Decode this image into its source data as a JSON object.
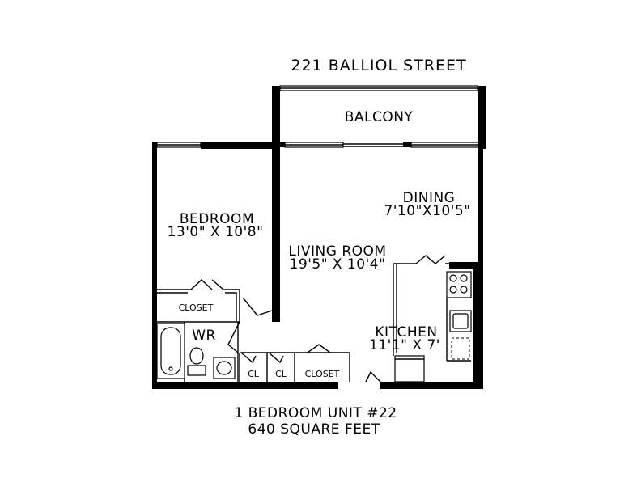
{
  "title": "221 BALLIOL STREET",
  "rooms": {
    "balcony": "BALCONY",
    "bedroom": {
      "name": "BEDROOM",
      "size": "13'0\"  X 10'8\""
    },
    "living_room": {
      "name": "LIVING ROOM",
      "size": "19'5\"  X 10'4\""
    },
    "dining": {
      "name": "DINING",
      "size": "7'10\"X10'5\""
    },
    "kitchen": {
      "name": "KITCHEN",
      "size": "11'1\"  X 7'"
    },
    "washroom": "WR",
    "bedroom_closet": "CLOSET",
    "closet_1": "CL",
    "closet_2": "CL",
    "hall_closet": "CLOSET"
  },
  "unit": {
    "line1": "1 BEDROOM UNIT #22",
    "line2": "640 SQUARE FEET"
  },
  "colors": {
    "wall": "#000000",
    "background": "#ffffff"
  }
}
